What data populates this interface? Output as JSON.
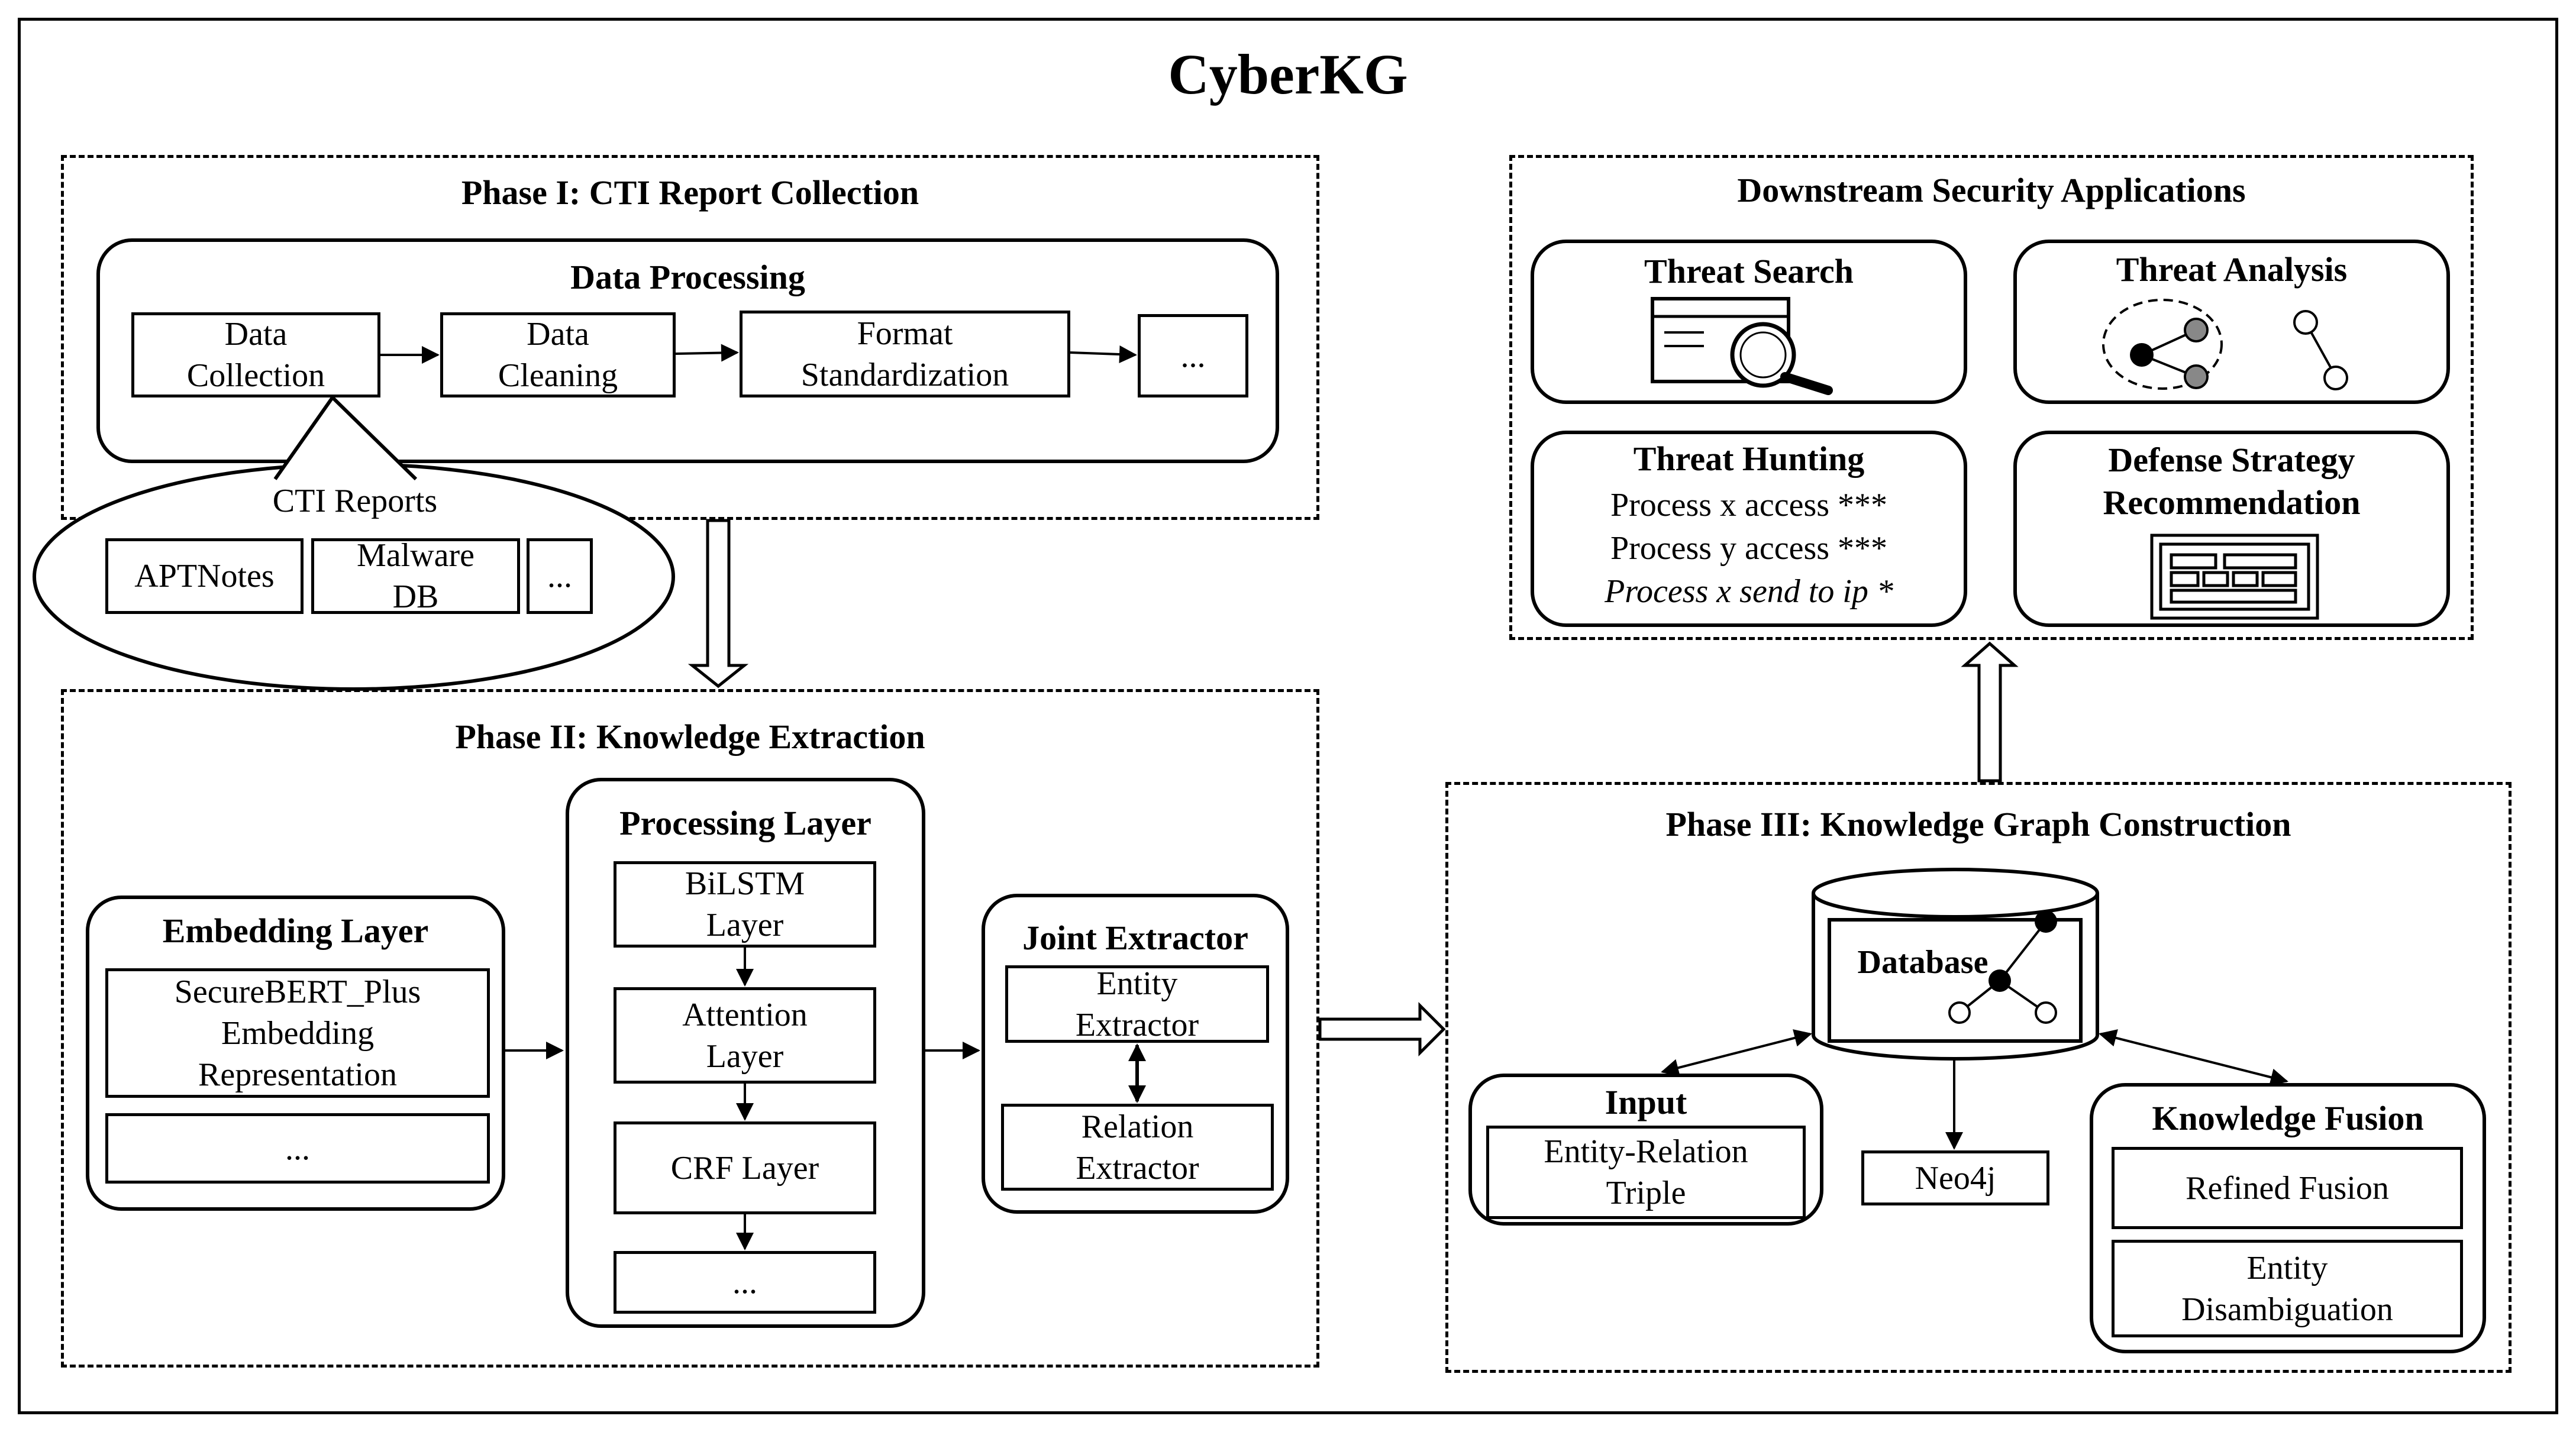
{
  "title": "CyberKG",
  "phase1": {
    "heading": "Phase I: CTI Report Collection",
    "data_processing": {
      "heading": "Data Processing",
      "steps": [
        "Data\nCollection",
        "Data\nCleaning",
        "Format\nStandardization",
        "..."
      ]
    },
    "cti_reports": {
      "heading": "CTI Reports",
      "items": [
        "APTNotes",
        "Malware\nDB",
        "..."
      ]
    }
  },
  "phase2": {
    "heading": "Phase II: Knowledge Extraction",
    "embedding_layer": {
      "heading": "Embedding Layer",
      "items": [
        "SecureBERT_Plus\nEmbedding\nRepresentation",
        "..."
      ]
    },
    "processing_layer": {
      "heading": "Processing Layer",
      "items": [
        "BiLSTM\nLayer",
        "Attention\nLayer",
        "CRF Layer",
        "..."
      ]
    },
    "joint_extractor": {
      "heading": "Joint Extractor",
      "items": [
        "Entity\nExtractor",
        "Relation\nExtractor"
      ]
    }
  },
  "phase3": {
    "heading": "Phase III: Knowledge Graph Construction",
    "database": "Database",
    "input": {
      "heading": "Input",
      "item": "Entity-Relation\nTriple"
    },
    "neo4j": "Neo4j",
    "knowledge_fusion": {
      "heading": "Knowledge Fusion",
      "items": [
        "Refined Fusion",
        "Entity\nDisambiguation"
      ]
    }
  },
  "downstream": {
    "heading": "Downstream Security Applications",
    "threat_search": "Threat Search",
    "threat_analysis": "Threat Analysis",
    "threat_hunting": {
      "heading": "Threat Hunting",
      "lines": [
        "Process x access ***",
        "Process y access ***",
        "Process x send to ip *"
      ]
    },
    "defense_strategy": "Defense Strategy\nRecommendation"
  }
}
